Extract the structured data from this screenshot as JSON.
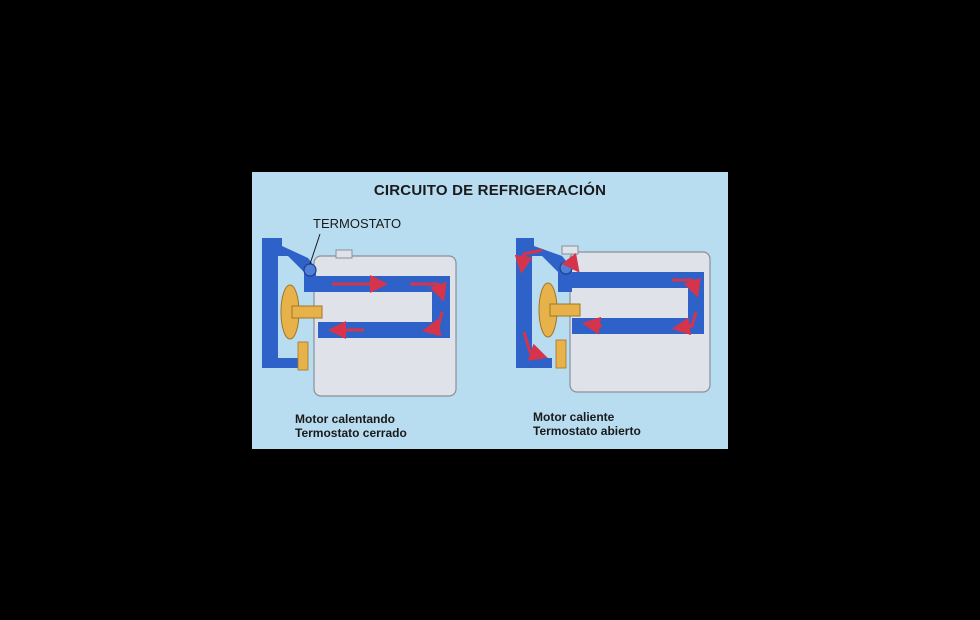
{
  "diagram": {
    "title": "CIRCUITO DE REFRIGERACIÓN",
    "callout": "TERMOSTATO",
    "left_caption": {
      "line1": "Motor calentando",
      "line2": "Termostato cerrado"
    },
    "right_caption": {
      "line1": "Motor caliente",
      "line2": "Termostato abierto"
    }
  },
  "colors": {
    "background": "#b8dcf0",
    "coolant": "#2e62c8",
    "engine_block": "#dfe2e8",
    "pulley": "#e8b24a",
    "flow_arrow": "#d6344a"
  }
}
